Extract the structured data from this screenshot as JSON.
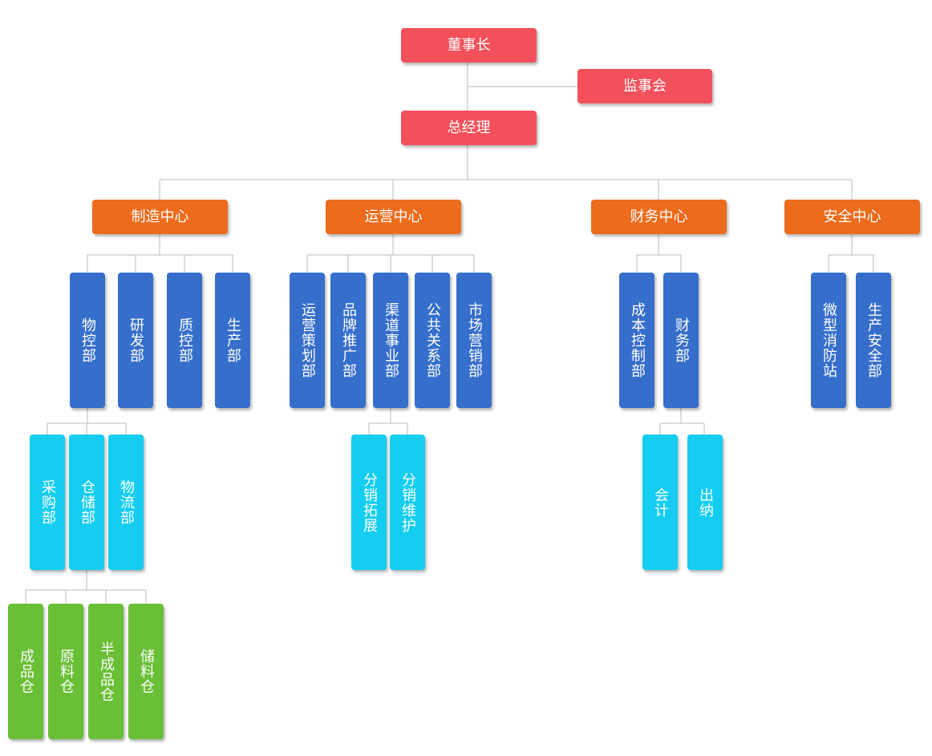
{
  "colors": {
    "leadership": "#f2505a",
    "center": "#ec6b1c",
    "department": "#366ecb",
    "unit": "#14cdf0",
    "warehouse": "#69bf35",
    "connector": "#b9b9b9"
  },
  "chairman": "董事长",
  "supervisory_board": "监事会",
  "general_manager": "总经理",
  "centers": {
    "manufacturing": {
      "name": "制造中心",
      "departments": [
        "物控部",
        "研发部",
        "质控部",
        "生产部"
      ],
      "material_control_units": [
        "采购部",
        "仓储部",
        "物流部"
      ],
      "warehouses": [
        "成品仓",
        "原料仓",
        "半成品仓",
        "储料仓"
      ]
    },
    "operations": {
      "name": "运营中心",
      "departments": [
        "运营策划部",
        "品牌推广部",
        "渠道事业部",
        "公共关系部",
        "市场营销部"
      ],
      "channel_units": [
        "分销拓展",
        "分销维护"
      ]
    },
    "finance": {
      "name": "财务中心",
      "departments": [
        "成本控制部",
        "财务部"
      ],
      "finance_units": [
        "会计",
        "出纳"
      ]
    },
    "safety": {
      "name": "安全中心",
      "departments": [
        "微型消防站",
        "生产安全部"
      ]
    }
  }
}
